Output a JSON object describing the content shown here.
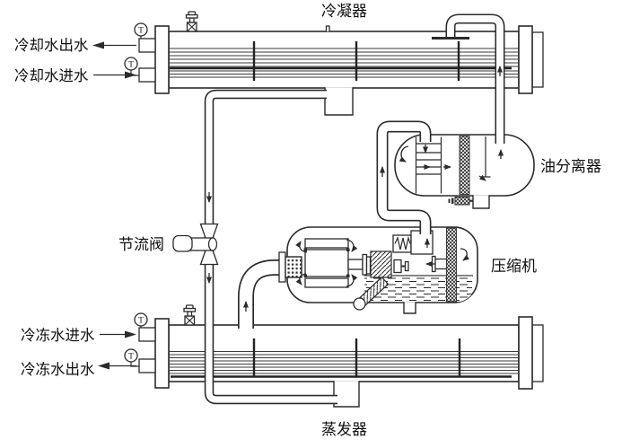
{
  "diagram": {
    "labels": {
      "condenser": "冷凝器",
      "evaporator": "蒸发器",
      "oil_separator": "油分离器",
      "compressor": "压缩机",
      "throttle_valve": "节流阀",
      "cooling_water_out": "冷却水出水",
      "cooling_water_in": "冷却水进水",
      "chilled_water_in": "冷冻水进水",
      "chilled_water_out": "冷冻水出水",
      "temp_gauge": "T"
    },
    "colors": {
      "line": "#2b2b2b",
      "background": "#ffffff"
    }
  }
}
